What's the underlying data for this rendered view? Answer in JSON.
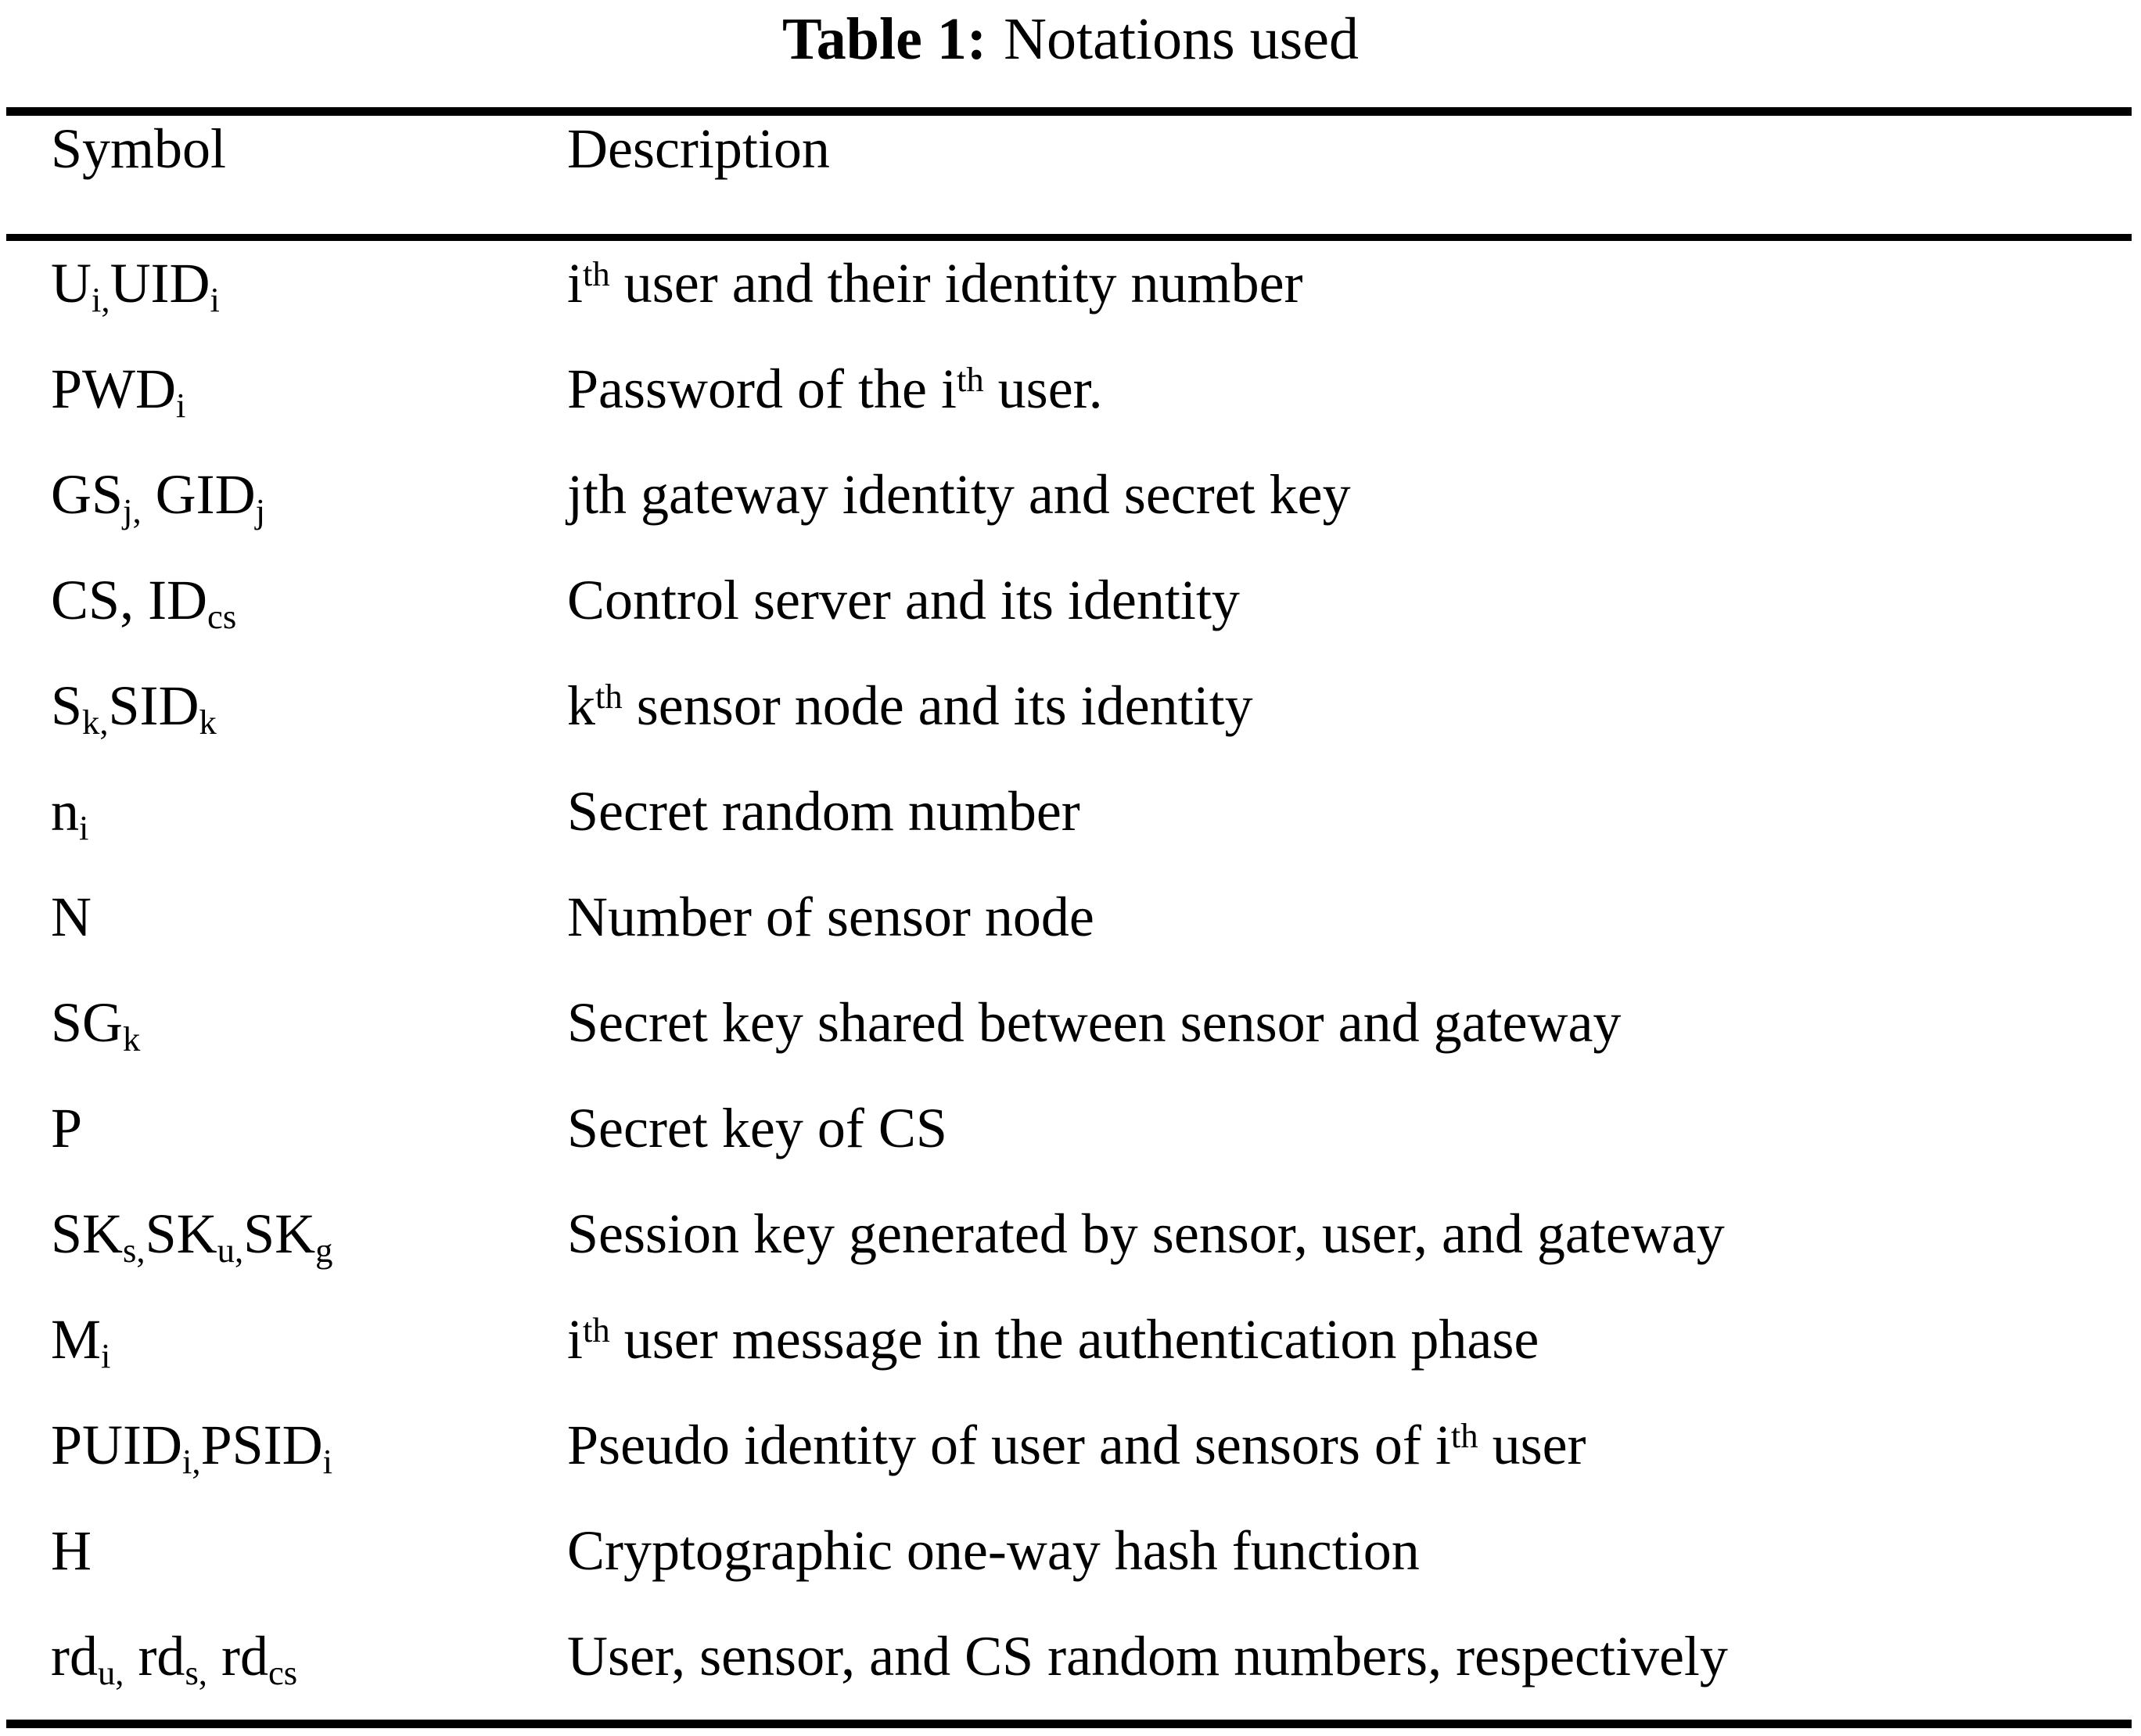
{
  "caption": {
    "label": "Table 1:",
    "text": "Notations used"
  },
  "table": {
    "columns": [
      "Symbol",
      "Description"
    ],
    "header": {
      "symbol": "Symbol",
      "description": "Description"
    },
    "rows": [
      {
        "symbol": "U_i,UID_i",
        "symbol_plain": "Ui,UIDi",
        "description": "i^th user and their identity number",
        "description_plain": "ith user and their identity number"
      },
      {
        "symbol": "PWD_i",
        "symbol_plain": "PWDi",
        "description": "Password of the i^th user.",
        "description_plain": "Password of the ith user."
      },
      {
        "symbol": "GS_j, GID_j",
        "symbol_plain": "GSj, GIDj",
        "description": "jth gateway identity and secret key",
        "description_plain": "jth gateway identity and secret key"
      },
      {
        "symbol": "CS, ID_cs",
        "symbol_plain": "CS, IDcs",
        "description": "Control server and its identity",
        "description_plain": "Control server and its identity"
      },
      {
        "symbol": "S_k,SID_k",
        "symbol_plain": "Sk,SIDk",
        "description": "k^th sensor node and its identity",
        "description_plain": "kth sensor node and its identity"
      },
      {
        "symbol": "n_i",
        "symbol_plain": "ni",
        "description": "Secret random number",
        "description_plain": "Secret random number"
      },
      {
        "symbol": "N",
        "symbol_plain": "N",
        "description": "Number of sensor node",
        "description_plain": "Number of sensor node"
      },
      {
        "symbol": "SG_k",
        "symbol_plain": "SGk",
        "description": "Secret key shared between sensor and gateway",
        "description_plain": "Secret key shared between sensor and gateway"
      },
      {
        "symbol": "P",
        "symbol_plain": "P",
        "description": "Secret key of CS",
        "description_plain": "Secret key of CS"
      },
      {
        "symbol": "SK_s,SK_u,SK_g",
        "symbol_plain": "SKs,SKu,SKg",
        "description": "Session key generated by sensor, user, and gateway",
        "description_plain": "Session key generated by sensor, user, and gateway"
      },
      {
        "symbol": "M_i",
        "symbol_plain": "Mi",
        "description": "i^th user message in the authentication phase",
        "description_plain": "ith user message in the authentication phase"
      },
      {
        "symbol": "PUID_i,PSID_i",
        "symbol_plain": "PUIDi,PSIDi",
        "description": "Pseudo identity of user and sensors of i^th user",
        "description_plain": "Pseudo identity of user and sensors of ith user"
      },
      {
        "symbol": "H",
        "symbol_plain": "H",
        "description": "Cryptographic one-way hash function",
        "description_plain": "Cryptographic one-way hash function"
      },
      {
        "symbol": "rd_u, rd_s, rd_cs",
        "symbol_plain": "rdu, rds, rdcs",
        "description": "User, sensor, and CS random numbers, respectively",
        "description_plain": "User, sensor, and CS random numbers, respectively"
      }
    ]
  },
  "style": {
    "background": "#ffffff",
    "text_color": "#000000",
    "rule_color": "#000000"
  }
}
